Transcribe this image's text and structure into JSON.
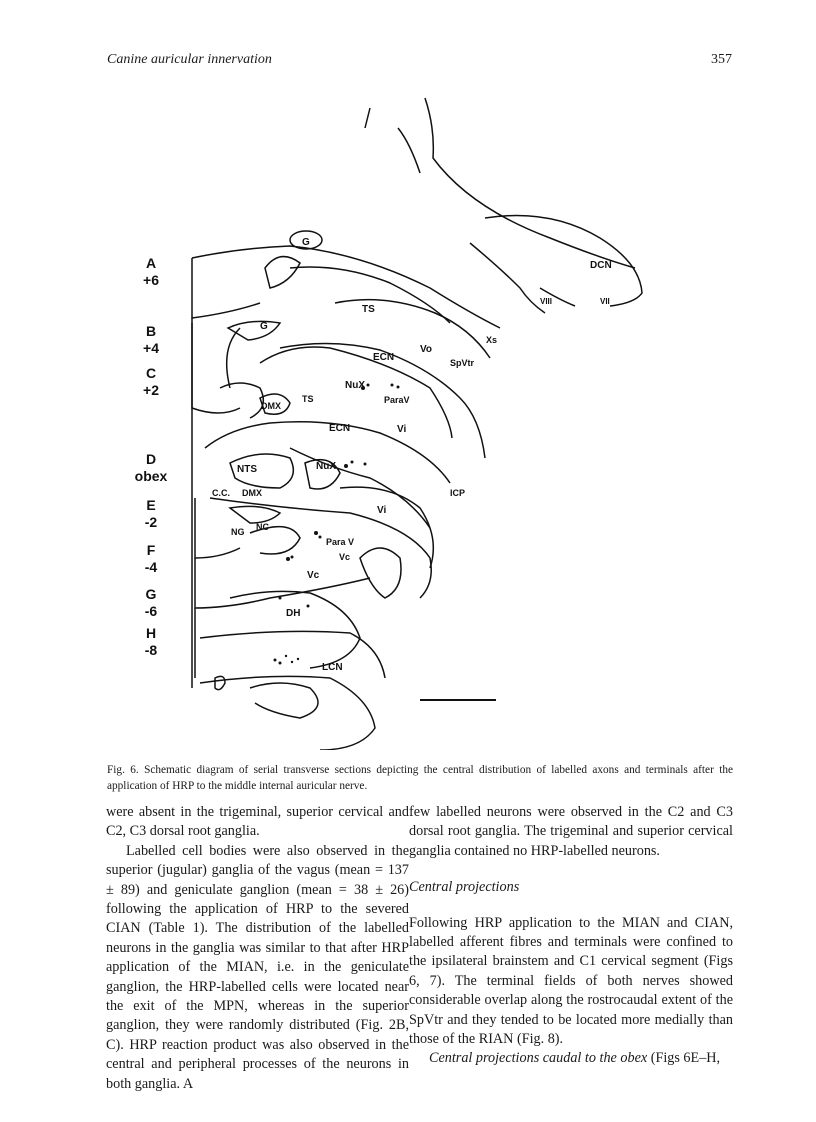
{
  "header": {
    "running_title": "Canine auricular innervation",
    "page_number": "357"
  },
  "figure": {
    "level_labels": [
      {
        "letter": "A",
        "value": "+6"
      },
      {
        "letter": "B",
        "value": "+4"
      },
      {
        "letter": "C",
        "value": "+2"
      },
      {
        "letter": "D",
        "value": "obex"
      },
      {
        "letter": "E",
        "value": "-2"
      },
      {
        "letter": "F",
        "value": "-4"
      },
      {
        "letter": "G",
        "value": "-6"
      },
      {
        "letter": "H",
        "value": "-8"
      }
    ],
    "structure_labels": {
      "g1": "G",
      "g2": "G",
      "dcn": "DCN",
      "viii": "VIII",
      "vii": "VII",
      "ts1": "TS",
      "xs": "Xs",
      "vo": "Vo",
      "spvtr": "SpVtr",
      "ecn1": "ECN",
      "nux1": "NuX",
      "parav1": "ParaV",
      "dmx1": "DMX",
      "ts2": "TS",
      "ecn2": "ECN",
      "vi1": "Vi",
      "nux2": "NuX",
      "nts": "NTS",
      "icp": "ICP",
      "cc": "C.C.",
      "dmx2": "DMX",
      "vi2": "Vi",
      "ng": "NG",
      "nc": "NC",
      "parav2": "Para V",
      "vc1": "Vc",
      "vc2": "Vc",
      "dh": "DH",
      "lcn": "LCN"
    }
  },
  "caption": {
    "text": "Fig. 6. Schematic diagram of serial transverse sections depicting the central distribution of labelled axons and terminals after the application of HRP to the middle internal auricular nerve."
  },
  "body": {
    "left_p1": "were absent in the trigeminal, superior cervical and C2, C3 dorsal root ganglia.",
    "left_p2": "Labelled cell bodies were also observed in the superior (jugular) ganglia of the vagus (mean = 137 ± 89) and geniculate ganglion (mean = 38 ± 26) following the application of HRP to the severed CIAN (Table 1). The distribution of the labelled neurons in the ganglia was similar to that after HRP application of the MIAN, i.e. in the geniculate ganglion, the HRP-labelled cells were located near the exit of the MPN, whereas in the superior ganglion, they were randomly distributed (Fig. 2B, C). HRP reaction product was also observed in the central and peripheral processes of the neurons in both ganglia. A",
    "right_p1": "few labelled neurons were observed in the C2 and C3 dorsal root ganglia. The trigeminal and superior cervical ganglia contained no HRP-labelled neurons.",
    "section_heading": "Central projections",
    "right_p2": "Following HRP application to the MIAN and CIAN, labelled afferent fibres and terminals were confined to the ipsilateral brainstem and C1 cervical segment (Figs 6, 7). The terminal fields of both nerves showed considerable overlap along the rostrocaudal extent of the SpVtr and they tended to be located more medially than those of the RIAN (Fig. 8).",
    "right_p3_italic": "Central projections caudal to the obex",
    "right_p3_rest": " (Figs 6E–H,"
  }
}
